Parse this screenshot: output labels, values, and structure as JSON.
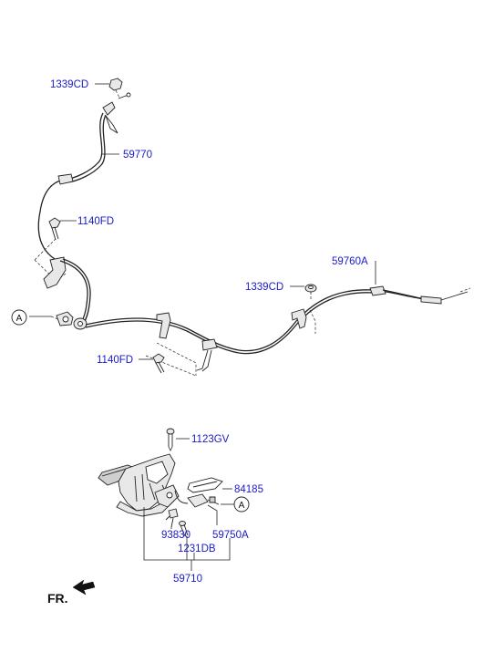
{
  "labels": {
    "p1339cd_top": "1339CD",
    "p59770": "59770",
    "p1140fd_top": "1140FD",
    "p59760a": "59760A",
    "p1339cd_mid": "1339CD",
    "p1140fd_bottom": "1140FD",
    "p1123gv": "1123GV",
    "p84185": "84185",
    "p93830": "93830",
    "p59750a": "59750A",
    "p1231db": "1231DB",
    "p59710": "59710"
  },
  "callouts": {
    "ref_left": "A",
    "ref_right": "A"
  },
  "orientation": {
    "front_label": "FR."
  }
}
